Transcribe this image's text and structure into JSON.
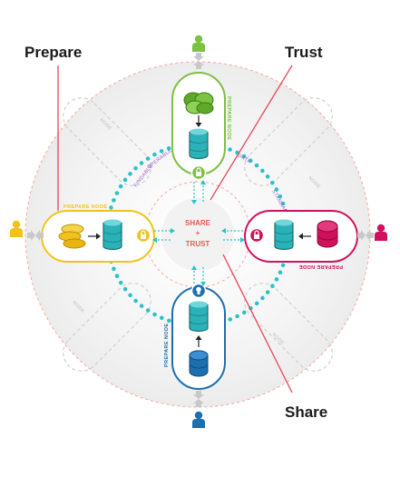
{
  "callouts": {
    "prepare": "Prepare",
    "trust": "Trust",
    "share": "Share"
  },
  "center": {
    "line1": "SHARE",
    "line2": "+",
    "line3": "TRUST"
  },
  "nodes": {
    "top": "PREPARE NODE",
    "left": "PREPARE NODE",
    "right": "PREPARE NODE",
    "bottom": "PREPARE NODE"
  },
  "gray_nodes": {
    "top_left": "NODE",
    "top_right": "NODE",
    "bottom_left": "NODE",
    "bottom_right": "NODE"
  },
  "ring_labels": {
    "findable": "FINDABLE",
    "operable": "OPERABLE",
    "data": "DATA",
    "standards": "STANDARDS"
  },
  "colors": {
    "green": "#7cc142",
    "yellow": "#f2c21b",
    "magenta": "#d0105c",
    "blue": "#1d6fb0",
    "teal": "#28c3c8",
    "red_line": "#e8475a",
    "dashed_ring": "#f0a898"
  },
  "icons": {
    "users": "person-icon",
    "databases": "database-icon",
    "locks": "lock-icon",
    "lightbulb": "lightbulb-icon"
  }
}
